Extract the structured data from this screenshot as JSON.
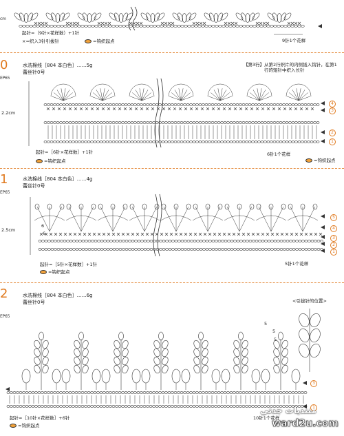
{
  "sec1": {
    "code_cm": "cm",
    "formula": "起针=（9针×花样数）+1针",
    "slip_note": "×=织入3针引拔针",
    "start_note": "=钩织起点",
    "repeat_label": "9针1个花样"
  },
  "sec2": {
    "number": "0",
    "code": "EP65",
    "yarn": "水洗棉线［804 本白色］……5g",
    "hook": "蕾丝针0号",
    "height": "2.2cm",
    "note_title": "【第3行】",
    "note_text": "从第2行织片的内侧插入钩针，在第1行的短针中织入长针",
    "formula": "起针=［6针×花样数］+1针",
    "repeat_label": "6针1个花样",
    "start_note": "=钩织起点",
    "rows": [
      "4",
      "3",
      "2",
      "1"
    ]
  },
  "sec3": {
    "number": "1",
    "code": "EP65",
    "yarn": "水洗棉线［804 本白色］……4g",
    "hook": "蕾丝针0号",
    "height": "2.5cm",
    "formula": "起针=［5针×花样数］+1针",
    "repeat_label": "5针1个花样",
    "start_note": "=钩织起点",
    "rows": [
      "5",
      "4",
      "3",
      "2",
      "1"
    ],
    "marks": [
      "6",
      "6"
    ]
  },
  "sec4": {
    "number": "2",
    "code": "EP65",
    "yarn": "水洗棉线［804 本白色］……6g",
    "hook": "蕾丝针0号",
    "slip_pos": "<引拔针的位置>",
    "formula": "起针=［10针×花样数］+6针",
    "repeat_label": "10针1个花样",
    "start_note": "=钩织起点",
    "rows": [
      "3",
      "1"
    ],
    "marks": [
      "5",
      "5",
      "5"
    ]
  },
  "watermark": {
    "arabic": "منتديات جدتي",
    "site": "ward2u.com"
  },
  "colors": {
    "accent": "#e07a1f",
    "dot": "#f2a23a",
    "ink": "#333333"
  }
}
